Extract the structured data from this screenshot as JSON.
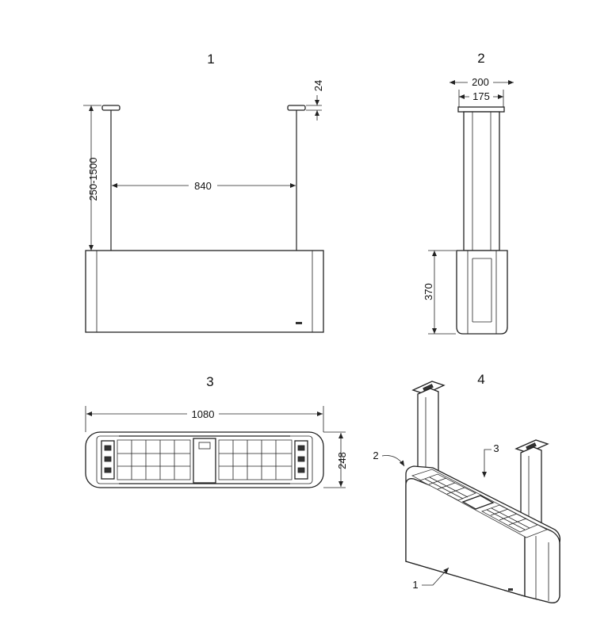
{
  "views": {
    "view1": {
      "number": "1",
      "dim_height": "250-1500",
      "dim_width": "840",
      "dim_top": "24"
    },
    "view2": {
      "number": "2",
      "dim_outer": "200",
      "dim_inner": "175",
      "dim_height": "370"
    },
    "view3": {
      "number": "3",
      "dim_length": "1080",
      "dim_depth": "248"
    },
    "view4": {
      "number": "4",
      "callout_1": "1",
      "callout_2": "2",
      "callout_3": "3"
    }
  },
  "colors": {
    "line": "#222222",
    "background": "#ffffff"
  }
}
